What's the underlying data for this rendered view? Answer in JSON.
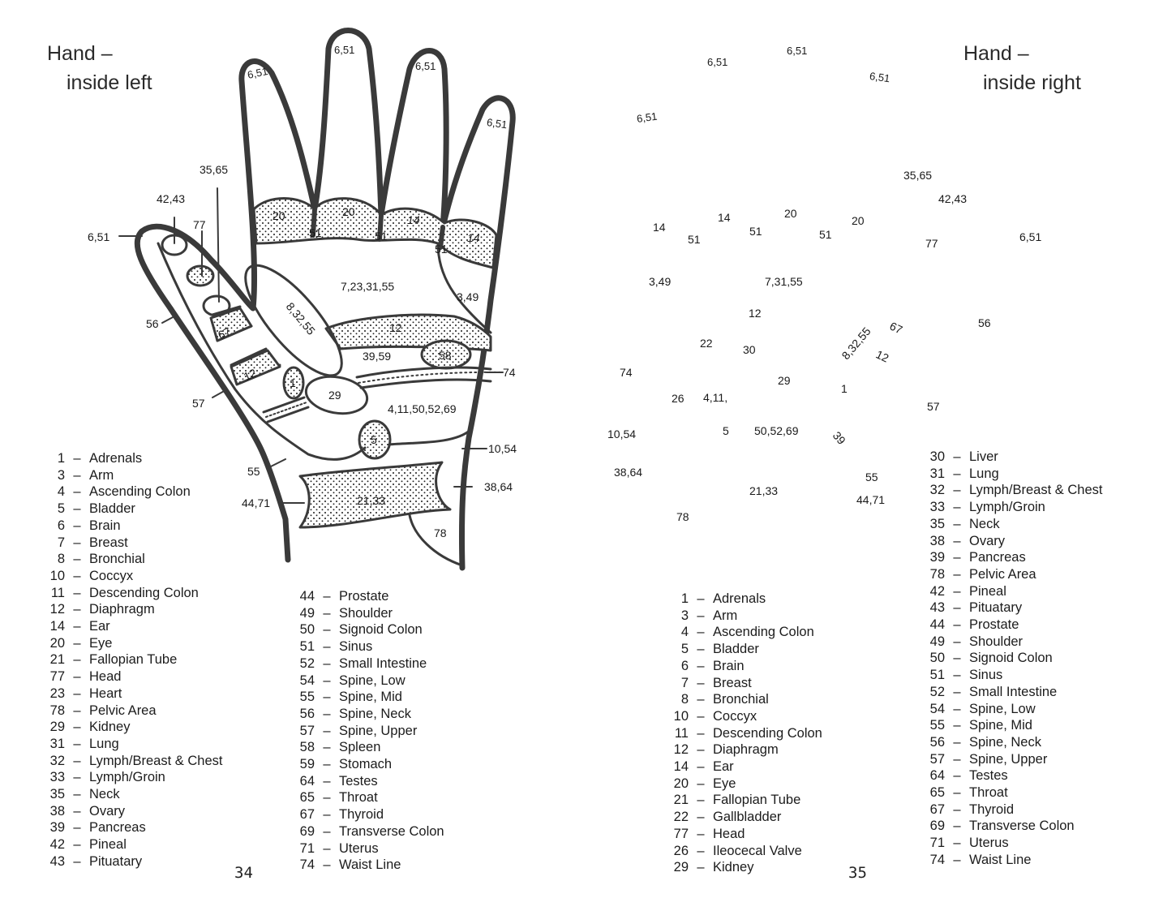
{
  "left_page": {
    "heading_line1": "Hand  –",
    "heading_line2": "inside left",
    "page_number": "34",
    "labels": {
      "finger_tips": [
        "6,51",
        "6,51",
        "6,51",
        "6,51"
      ],
      "thumb_tip": "6,51",
      "pineal_pituitary": "42,43",
      "head": "77",
      "neck_throat": "35,65",
      "spine_neck": "56",
      "spine_upper": "57",
      "spine_mid": "55",
      "eye_1": "20",
      "eye_2": "20",
      "ear_1": "14",
      "ear_2": "14",
      "sinus_1": "51",
      "sinus_2": "51",
      "sinus_3": "51",
      "chest": "7,23,31,55",
      "arm_shoulder": "3,49",
      "bronchial": "8,32,55",
      "thyroid": "67",
      "diaphragm_thumb": "12",
      "diaphragm": "12",
      "pancreas_stomach": "39,59",
      "spleen": "58",
      "waist": "74",
      "adrenals": "1",
      "kidney": "29",
      "colon": "4,11,50,52,69",
      "bladder": "5",
      "coccyx_spine": "10,54",
      "ovary_testes": "38,64",
      "prostate_uterus": "44,71",
      "groin": "21,33",
      "pelvic": "78"
    },
    "legend_col1": [
      {
        "num": "1",
        "name": "Adrenals"
      },
      {
        "num": "3",
        "name": "Arm"
      },
      {
        "num": "4",
        "name": "Ascending Colon"
      },
      {
        "num": "5",
        "name": "Bladder"
      },
      {
        "num": "6",
        "name": "Brain"
      },
      {
        "num": "7",
        "name": "Breast"
      },
      {
        "num": "8",
        "name": "Bronchial"
      },
      {
        "num": "10",
        "name": "Coccyx"
      },
      {
        "num": "11",
        "name": "Descending Colon"
      },
      {
        "num": "12",
        "name": "Diaphragm"
      },
      {
        "num": "14",
        "name": "Ear"
      },
      {
        "num": "20",
        "name": "Eye"
      },
      {
        "num": "21",
        "name": "Fallopian Tube"
      },
      {
        "num": "77",
        "name": "Head"
      },
      {
        "num": "23",
        "name": "Heart"
      },
      {
        "num": "78",
        "name": "Pelvic Area"
      },
      {
        "num": "29",
        "name": "Kidney"
      },
      {
        "num": "31",
        "name": "Lung"
      },
      {
        "num": "32",
        "name": "Lymph/Breast & Chest"
      },
      {
        "num": "33",
        "name": "Lymph/Groin"
      },
      {
        "num": "35",
        "name": "Neck"
      },
      {
        "num": "38",
        "name": "Ovary"
      },
      {
        "num": "39",
        "name": "Pancreas"
      },
      {
        "num": "42",
        "name": "Pineal"
      },
      {
        "num": "43",
        "name": "Pituatary"
      }
    ],
    "legend_col2": [
      {
        "num": "44",
        "name": "Prostate"
      },
      {
        "num": "49",
        "name": "Shoulder"
      },
      {
        "num": "50",
        "name": "Signoid Colon"
      },
      {
        "num": "51",
        "name": "Sinus"
      },
      {
        "num": "52",
        "name": "Small Intestine"
      },
      {
        "num": "54",
        "name": "Spine, Low"
      },
      {
        "num": "55",
        "name": "Spine, Mid"
      },
      {
        "num": "56",
        "name": "Spine, Neck"
      },
      {
        "num": "57",
        "name": "Spine, Upper"
      },
      {
        "num": "58",
        "name": "Spleen"
      },
      {
        "num": "59",
        "name": "Stomach"
      },
      {
        "num": "64",
        "name": "Testes"
      },
      {
        "num": "65",
        "name": "Throat"
      },
      {
        "num": "67",
        "name": "Thyroid"
      },
      {
        "num": "69",
        "name": "Transverse Colon"
      },
      {
        "num": "71",
        "name": "Uterus"
      },
      {
        "num": "74",
        "name": "Waist Line"
      }
    ]
  },
  "right_page": {
    "heading_line1": "Hand  –",
    "heading_line2": "inside right",
    "page_number": "35",
    "labels": {
      "finger_tips": [
        "6,51",
        "6,51",
        "6,51",
        "6,51"
      ],
      "thumb_tip": "6,51",
      "pineal_pituitary": "42,43",
      "head": "77",
      "neck_throat": "35,65",
      "spine_neck": "56",
      "spine_upper": "57",
      "spine_mid": "55",
      "ear_1": "14",
      "ear_2": "14",
      "eye_1": "20",
      "eye_2": "20",
      "sinus_1": "51",
      "sinus_2": "51",
      "sinus_3": "51",
      "chest": "7,31,55",
      "arm_shoulder": "3,49",
      "bronchial": "8,32,55",
      "thyroid": "67",
      "diaphragm_thumb": "12",
      "diaphragm": "12",
      "gallbladder": "22",
      "liver": "30",
      "waist": "74",
      "ileocecal": "26",
      "colon_a": "4,11,",
      "colon_b": "50,52,69",
      "kidney": "29",
      "adrenals": "1",
      "pancreas": "39",
      "bladder": "5",
      "coccyx_spine": "10,54",
      "ovary_testes": "38,64",
      "prostate_uterus": "44,71",
      "groin": "21,33",
      "pelvic": "78"
    },
    "legend_col1": [
      {
        "num": "1",
        "name": "Adrenals"
      },
      {
        "num": "3",
        "name": "Arm"
      },
      {
        "num": "4",
        "name": "Ascending Colon"
      },
      {
        "num": "5",
        "name": "Bladder"
      },
      {
        "num": "6",
        "name": "Brain"
      },
      {
        "num": "7",
        "name": "Breast"
      },
      {
        "num": "8",
        "name": "Bronchial"
      },
      {
        "num": "10",
        "name": "Coccyx"
      },
      {
        "num": "11",
        "name": "Descending Colon"
      },
      {
        "num": "12",
        "name": "Diaphragm"
      },
      {
        "num": "14",
        "name": "Ear"
      },
      {
        "num": "20",
        "name": "Eye"
      },
      {
        "num": "21",
        "name": "Fallopian Tube"
      },
      {
        "num": "22",
        "name": "Gallbladder"
      },
      {
        "num": "77",
        "name": "Head"
      },
      {
        "num": "26",
        "name": "Ileocecal Valve"
      },
      {
        "num": "29",
        "name": "Kidney"
      }
    ],
    "legend_col2": [
      {
        "num": "30",
        "name": "Liver"
      },
      {
        "num": "31",
        "name": "Lung"
      },
      {
        "num": "32",
        "name": "Lymph/Breast & Chest"
      },
      {
        "num": "33",
        "name": "Lymph/Groin"
      },
      {
        "num": "35",
        "name": "Neck"
      },
      {
        "num": "38",
        "name": "Ovary"
      },
      {
        "num": "39",
        "name": "Pancreas"
      },
      {
        "num": "78",
        "name": "Pelvic Area"
      },
      {
        "num": "42",
        "name": "Pineal"
      },
      {
        "num": "43",
        "name": "Pituatary"
      },
      {
        "num": "44",
        "name": "Prostate"
      },
      {
        "num": "49",
        "name": "Shoulder"
      },
      {
        "num": "50",
        "name": "Signoid Colon"
      },
      {
        "num": "51",
        "name": "Sinus"
      },
      {
        "num": "52",
        "name": "Small Intestine"
      },
      {
        "num": "54",
        "name": "Spine, Low"
      },
      {
        "num": "55",
        "name": "Spine, Mid"
      },
      {
        "num": "56",
        "name": "Spine, Neck"
      },
      {
        "num": "57",
        "name": "Spine, Upper"
      },
      {
        "num": "64",
        "name": "Testes"
      },
      {
        "num": "65",
        "name": "Throat"
      },
      {
        "num": "67",
        "name": "Thyroid"
      },
      {
        "num": "69",
        "name": "Transverse Colon"
      },
      {
        "num": "71",
        "name": "Uterus"
      },
      {
        "num": "74",
        "name": "Waist Line"
      }
    ]
  }
}
